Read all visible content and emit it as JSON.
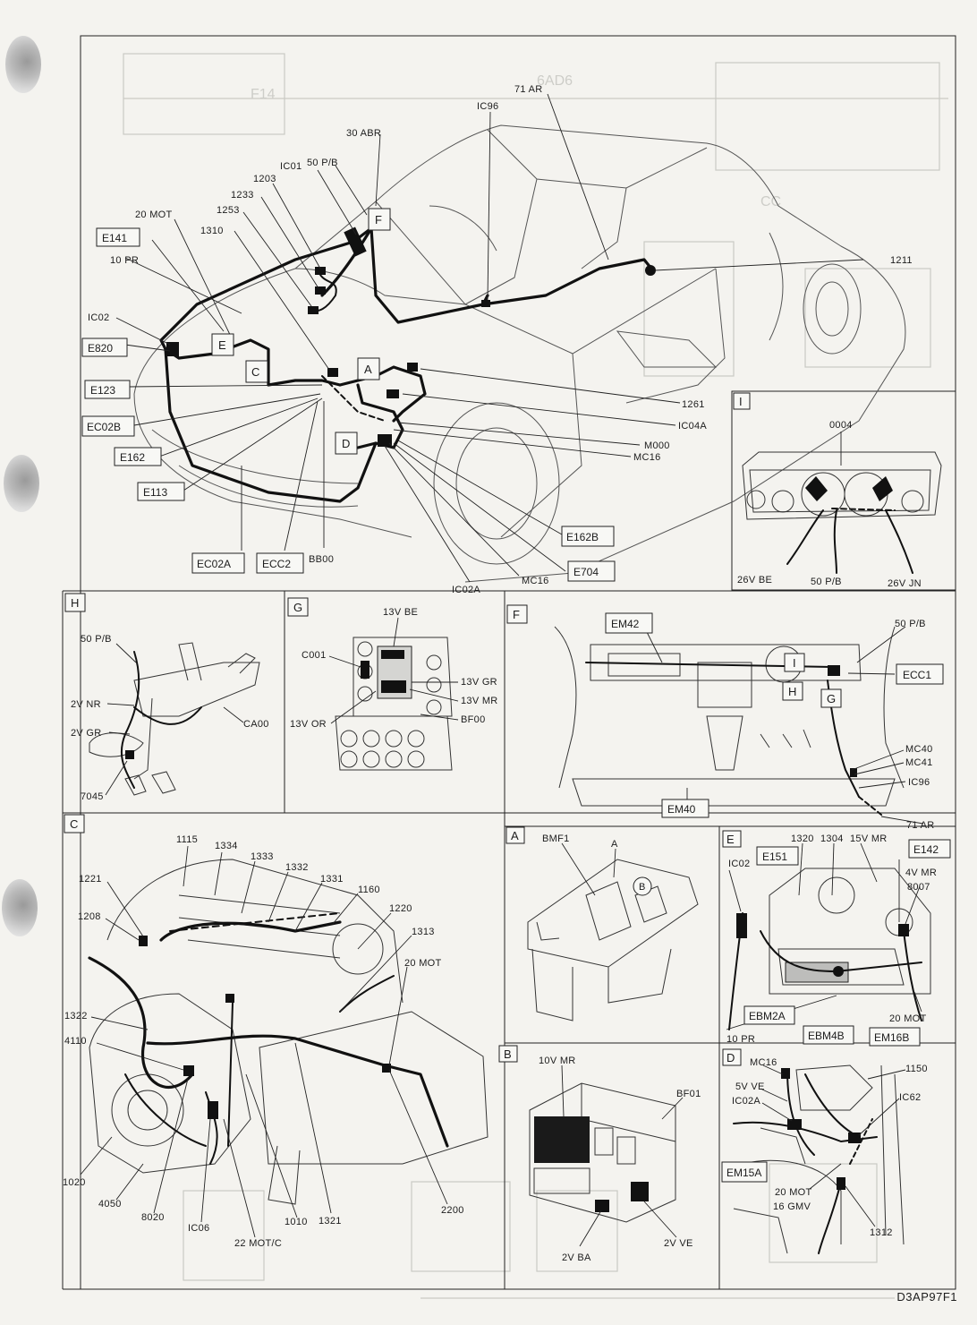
{
  "document_code": "D3AP97F1",
  "main_view": {
    "labels": [
      "71 AR",
      "IC96",
      "30 ABR",
      "IC01",
      "50 P/B",
      "1203",
      "1233",
      "1253",
      "20 MOT",
      "1310",
      "10 PR",
      "IC02",
      "1211",
      "1261",
      "IC04A",
      "M000",
      "MC16",
      "MC16",
      "IC02A",
      "BB00"
    ],
    "boxed_labels": [
      "E141",
      "E820",
      "E123",
      "EC02B",
      "E162",
      "E113",
      "EC02A",
      "ECC2",
      "E162B",
      "E704"
    ],
    "detail_letters": [
      "F",
      "E",
      "C",
      "A",
      "D"
    ]
  },
  "panels": {
    "I": {
      "letter": "I",
      "labels": [
        "0004",
        "26V BE",
        "50 P/B",
        "26V JN"
      ]
    },
    "H": {
      "letter": "H",
      "labels": [
        "50 P/B",
        "2V NR",
        "2V GR",
        "CA00",
        "7045"
      ]
    },
    "G": {
      "letter": "G",
      "labels": [
        "13V BE",
        "C001",
        "13V GR",
        "13V MR",
        "13V OR",
        "BF00"
      ]
    },
    "F": {
      "letter": "F",
      "labels": [
        "50 P/B",
        "MC40",
        "MC41",
        "IC96",
        "71 AR"
      ],
      "boxed_labels": [
        "EM42",
        "ECC1",
        "EM40"
      ],
      "detail_letters": [
        "I",
        "H",
        "G"
      ]
    },
    "C": {
      "letter": "C",
      "labels": [
        "1115",
        "1334",
        "1333",
        "1332",
        "1331",
        "1160",
        "1221",
        "1208",
        "1220",
        "1313",
        "20 MOT",
        "1322",
        "4110",
        "1020",
        "4050",
        "8020",
        "IC06",
        "22 MOT/C",
        "1010",
        "1321",
        "2200"
      ]
    },
    "A": {
      "letter": "A",
      "labels": [
        "BMF1",
        "A",
        "B"
      ]
    },
    "E": {
      "letter": "E",
      "labels": [
        "1320",
        "1304",
        "15V MR",
        "IC02",
        "4V MR",
        "8007",
        "10 PR",
        "20 MOT"
      ],
      "boxed_labels": [
        "E151",
        "E142",
        "EBM2A",
        "EBM4B",
        "EM16B"
      ]
    },
    "B": {
      "letter": "B",
      "labels": [
        "10V MR",
        "BF01",
        "2V BA",
        "2V VE"
      ]
    },
    "D": {
      "letter": "D",
      "labels": [
        "MC16",
        "5V VE",
        "IC02A",
        "1150",
        "IC62",
        "20 MOT",
        "16 GMV",
        "1312"
      ],
      "boxed_labels": [
        "EM15A"
      ]
    }
  }
}
